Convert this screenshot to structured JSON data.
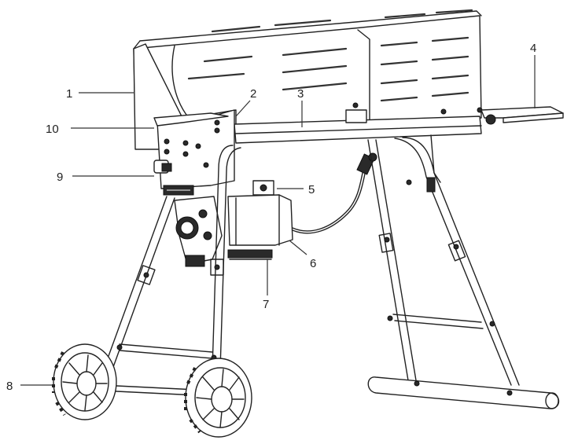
{
  "callouts": [
    {
      "id": "1",
      "text": "1"
    },
    {
      "id": "2",
      "text": "2"
    },
    {
      "id": "3",
      "text": "3"
    },
    {
      "id": "4",
      "text": "4"
    },
    {
      "id": "5",
      "text": "5"
    },
    {
      "id": "6",
      "text": "6"
    },
    {
      "id": "7",
      "text": "7"
    },
    {
      "id": "8",
      "text": "8"
    },
    {
      "id": "9",
      "text": "9"
    },
    {
      "id": "10",
      "text": "10"
    }
  ],
  "colors": {
    "ink": "#222222",
    "background": "#ffffff"
  }
}
